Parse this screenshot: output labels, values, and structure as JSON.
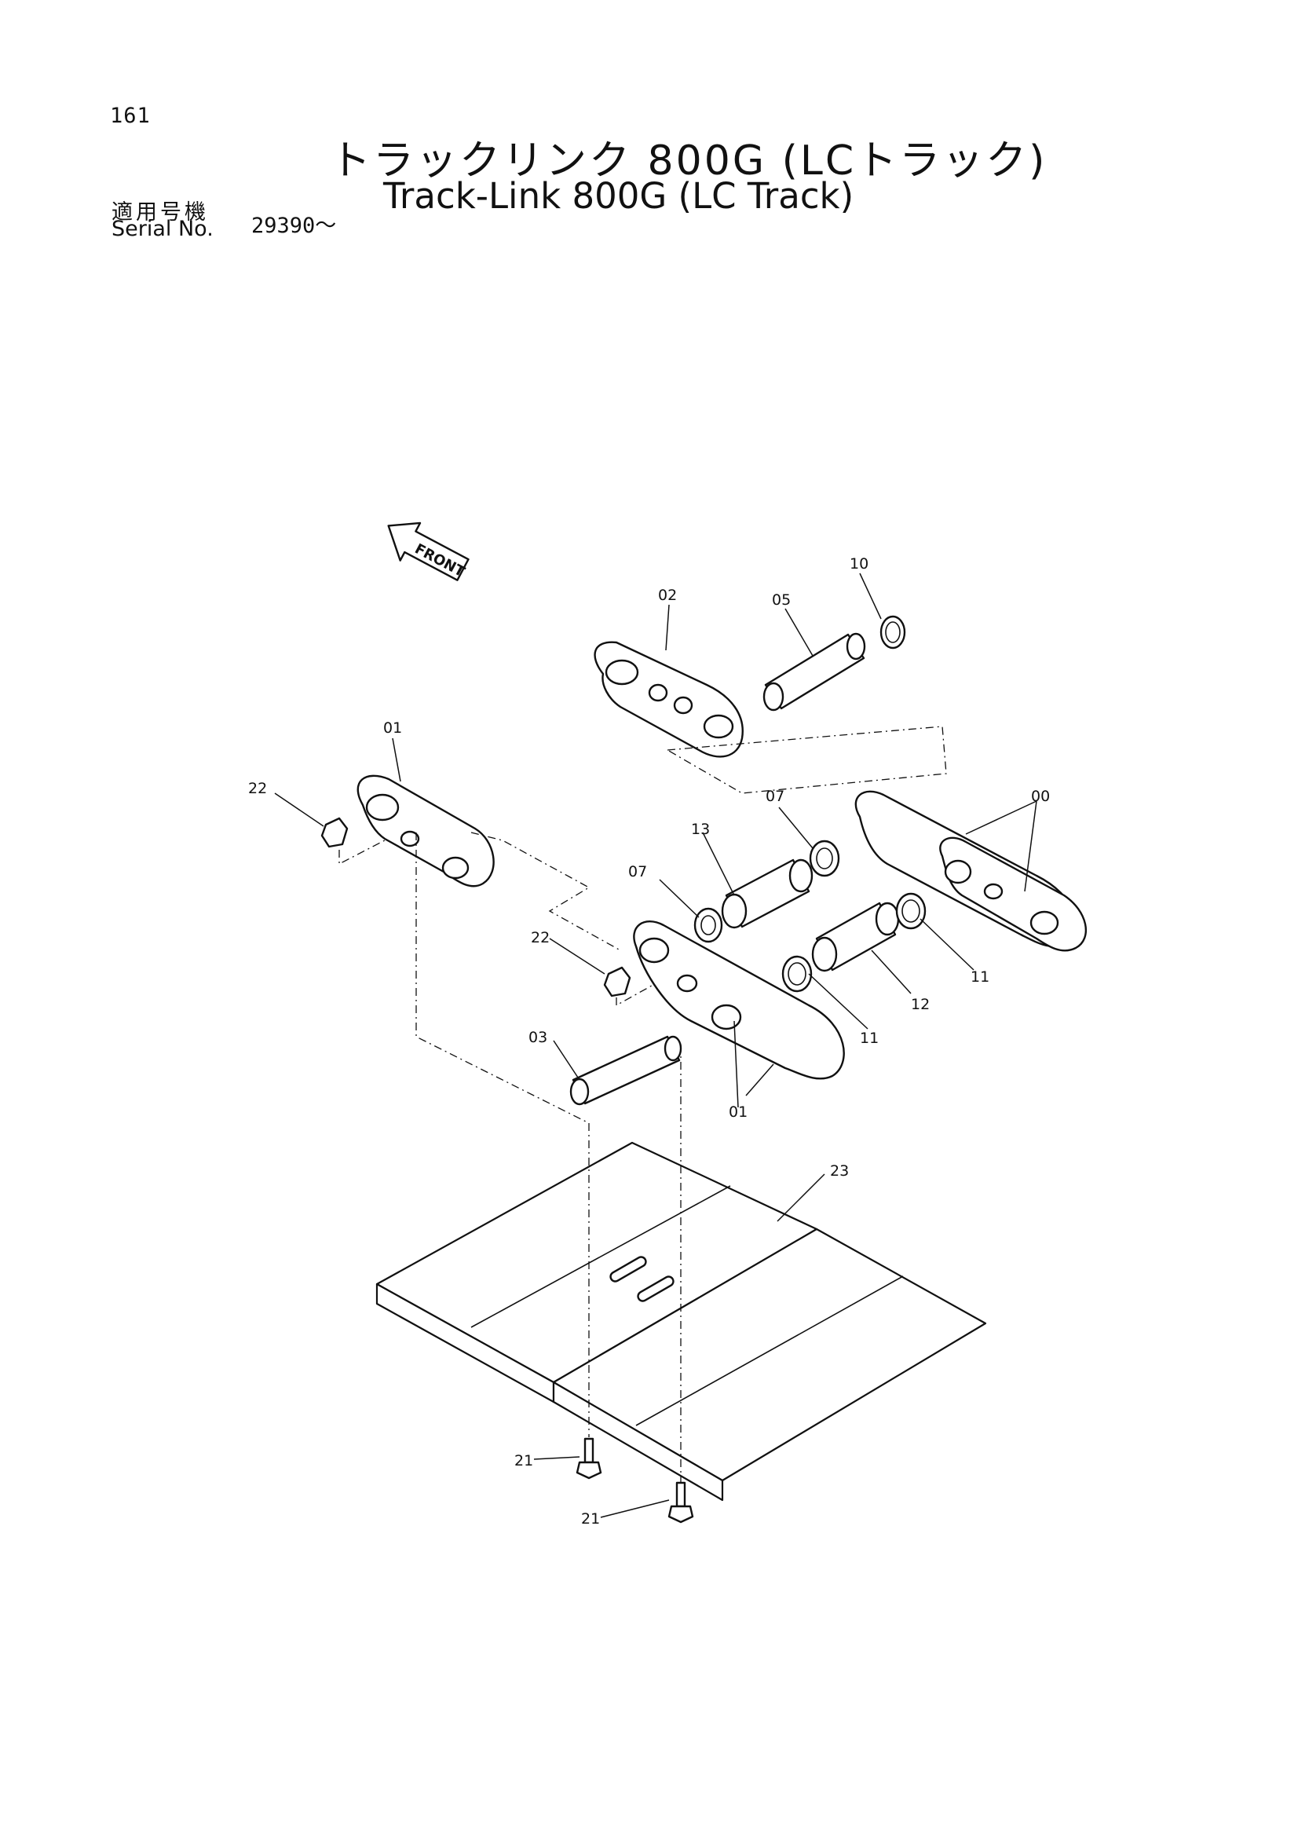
{
  "header": {
    "page_number": "161",
    "title_ja": "トラックリンク 800G (LCトラック)",
    "title_en": "Track-Link 800G (LC Track)",
    "serial_label_ja": "適用号機",
    "serial_label_en": "Serial No.",
    "serial_value": "29390～"
  },
  "diagram": {
    "front_label": "FRONT",
    "callouts": {
      "c00": "00",
      "c01a": "01",
      "c01b": "01",
      "c02": "02",
      "c03": "03",
      "c05": "05",
      "c07a": "07",
      "c07b": "07",
      "c10": "10",
      "c11a": "11",
      "c11b": "11",
      "c12": "12",
      "c13": "13",
      "c21a": "21",
      "c21b": "21",
      "c22a": "22",
      "c22b": "22",
      "c23": "23"
    }
  }
}
